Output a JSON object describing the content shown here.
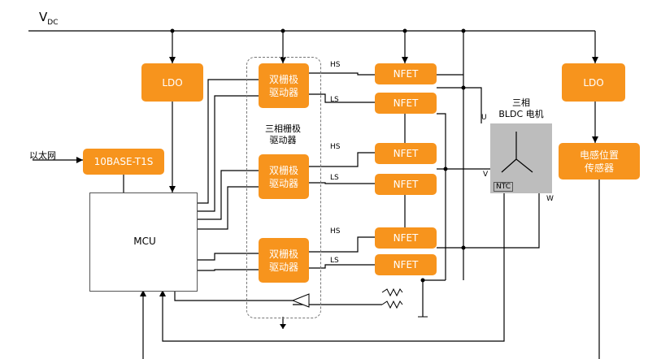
{
  "power": {
    "vdc_main": "V",
    "vdc_sub": "DC"
  },
  "blocks": {
    "ldo_left": "LDO",
    "ldo_right": "LDO",
    "phy": "10BASE-T1S",
    "mcu": "MCU",
    "gate_driver": "双栅极\n驱动器",
    "nfet": "NFET",
    "position_sensor": "电感位置\n传感器"
  },
  "labels": {
    "ethernet": "以太网",
    "driver_group": "三相栅极\n驱动器",
    "motor_title": "三相\nBLDC 电机",
    "hs": "HS",
    "ls": "LS",
    "phase_u": "U",
    "phase_v": "V",
    "phase_w": "W",
    "ntc": "NTC"
  },
  "colors": {
    "accent": "#f7941d",
    "motor_bg": "#bdbdbd",
    "line": "#000000"
  }
}
